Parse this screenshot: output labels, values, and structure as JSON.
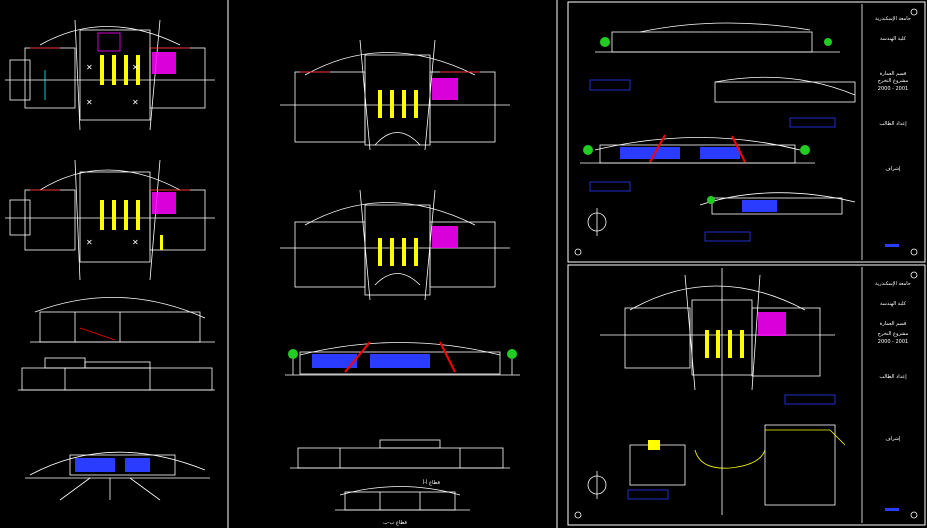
{
  "drawing": {
    "background": "#000000",
    "colors": {
      "wall": "#ffffff",
      "accent_yellow": "#ffff00",
      "accent_red": "#ff0000",
      "accent_magenta": "#ff00ff",
      "accent_blue": "#2a3cff",
      "accent_cyan": "#00ffff",
      "accent_green": "#22cc22"
    },
    "labels": {
      "section_label_1": "قطاع أ-أ",
      "section_label_2": "قطاع ب-ب"
    },
    "title_block_top": {
      "lines": [
        "جامعة الإسكندرية",
        "كلية الهندسة",
        "قسم العمارة",
        "مشروع التخرج",
        "2000 - 2001",
        "إعداد الطالب",
        "إشراف"
      ]
    },
    "title_block_bottom": {
      "lines": [
        "جامعة الإسكندرية",
        "كلية الهندسة",
        "قسم العمارة",
        "مشروع التخرج",
        "2000 - 2001",
        "إعداد الطالب",
        "إشراف"
      ]
    }
  }
}
